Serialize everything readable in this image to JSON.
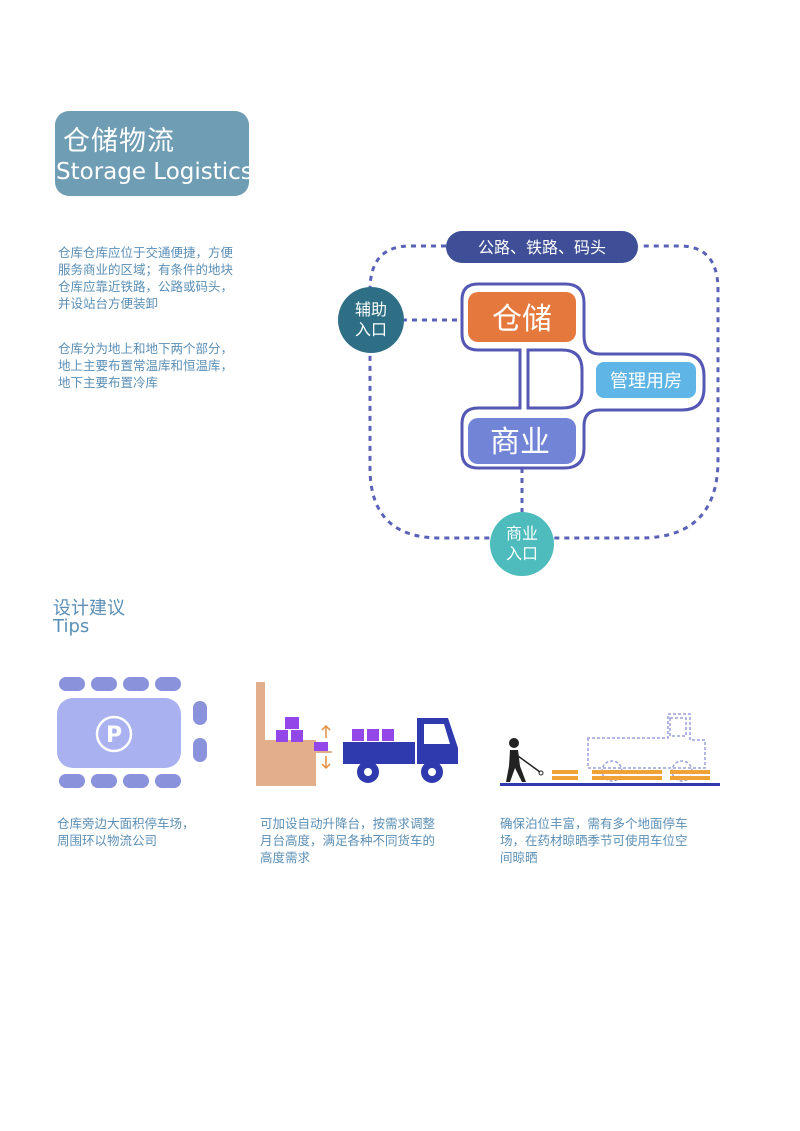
{
  "header": {
    "title_cn": "仓储物流",
    "title_en": "Storage Logistics"
  },
  "intro": {
    "para1": [
      "仓库仓库应位于交通便捷，方便",
      "服务商业的区域；有条件的地块",
      "仓库应靠近铁路，公路或码头，",
      "并设站台方便装卸"
    ],
    "para2": [
      "仓库分为地上和地下两个部分，",
      "地上主要布置常温库和恒温库，",
      "地下主要布置冷库"
    ]
  },
  "diagram": {
    "route_label": "公路、铁路、码头",
    "storage": "仓储",
    "management": "管理用房",
    "commerce": "商业",
    "aux_entrance": [
      "辅助",
      "入口"
    ],
    "commerce_entrance": [
      "商业",
      "入口"
    ],
    "colors": {
      "navy": "#3e4f97",
      "dash": "#5a62b8",
      "outline": "#5458b4",
      "storage": "#e5783d",
      "management": "#5fb6e6",
      "commerce": "#7284d6",
      "aux": "#2e6f86",
      "commerce_entry": "#4ebcbd"
    }
  },
  "tips": {
    "title_cn": "设计建议",
    "title_en": "Tips",
    "items": [
      {
        "caption": [
          "仓库旁边大面积停车场，",
          "周围环以物流公司"
        ]
      },
      {
        "caption": [
          "可加设自动升降台，按需求调整",
          "月台高度，满足各种不同货车的",
          "高度需求"
        ]
      },
      {
        "caption": [
          "确保泊位丰富，需有多个地面停车",
          "场，在药材晾晒季节可使用车位空",
          "间晾晒"
        ]
      }
    ],
    "parking_icon": "P"
  }
}
